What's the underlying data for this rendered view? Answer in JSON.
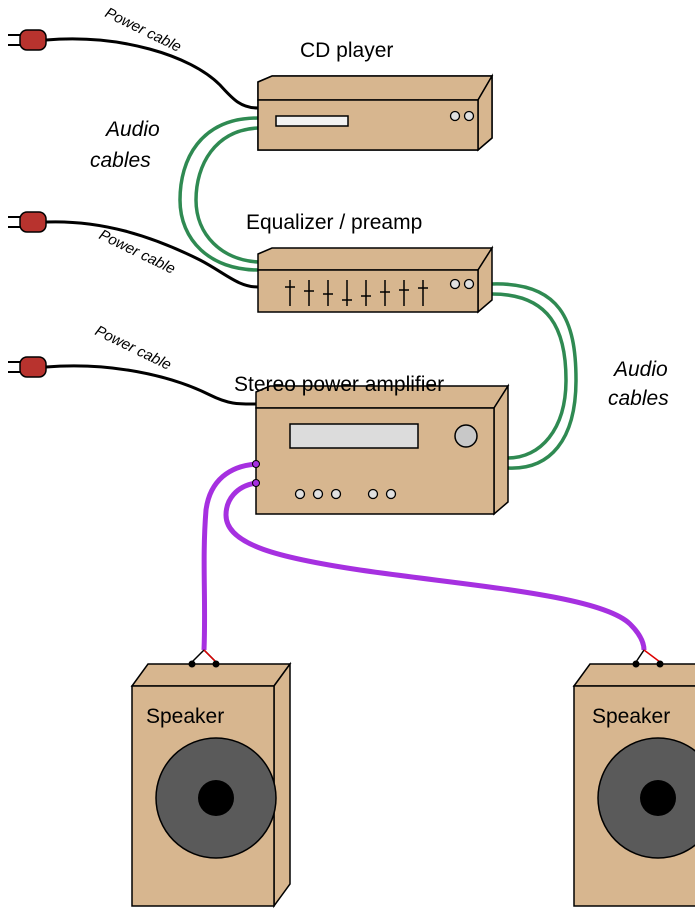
{
  "labels": {
    "cd_player": "CD player",
    "equalizer": "Equalizer / preamp",
    "amplifier": "Stereo power amplifier",
    "power_cable": "Power cable",
    "audio_cables_top": [
      "Audio",
      "cables"
    ],
    "audio_cables_right": [
      "Audio",
      "cables"
    ],
    "speaker_left": "Speaker",
    "speaker_right": "Speaker"
  },
  "colors": {
    "box_fill": "#d7b68f",
    "plug": "#b8332e",
    "audio_cable": "#2f8a52",
    "speaker_cable": "#a630e0",
    "cone": "#5a5a5a"
  }
}
